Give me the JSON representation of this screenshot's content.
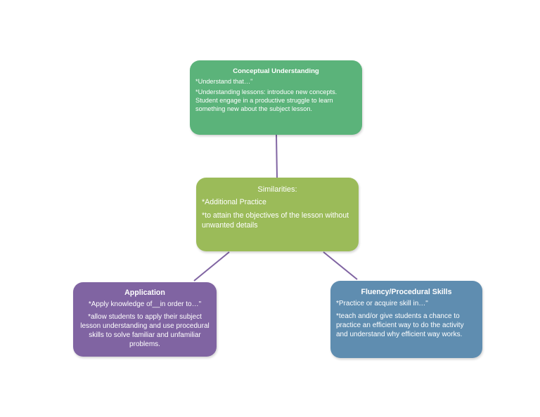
{
  "colors": {
    "conceptual": "#5bb37a",
    "similarities": "#9bbb59",
    "application": "#8064a2",
    "fluency": "#5f8db0",
    "connector": "#8064a2"
  },
  "nodes": {
    "conceptual": {
      "title": "Conceptual Understanding",
      "lines": [
        "*Understand that…\"",
        "*Understanding lessons: introduce new concepts. Student engage in a productive  struggle to learn something new about the subject lesson."
      ]
    },
    "similarities": {
      "title": "Similarities:",
      "lines": [
        "*Additional Practice",
        "*to attain the objectives of the lesson without unwanted details"
      ]
    },
    "application": {
      "title": "Application",
      "lines": [
        "*Apply knowledge of__in order to…\"",
        "*allow students to apply their subject lesson understanding and use procedural skills to solve familiar and unfamiliar problems."
      ]
    },
    "fluency": {
      "title": "Fluency/Procedural Skills",
      "lines": [
        "*Practice or acquire skill in…\"",
        "*teach and/or give students a chance to practice an efficient way to do the activity and understand why efficient way works."
      ]
    }
  }
}
